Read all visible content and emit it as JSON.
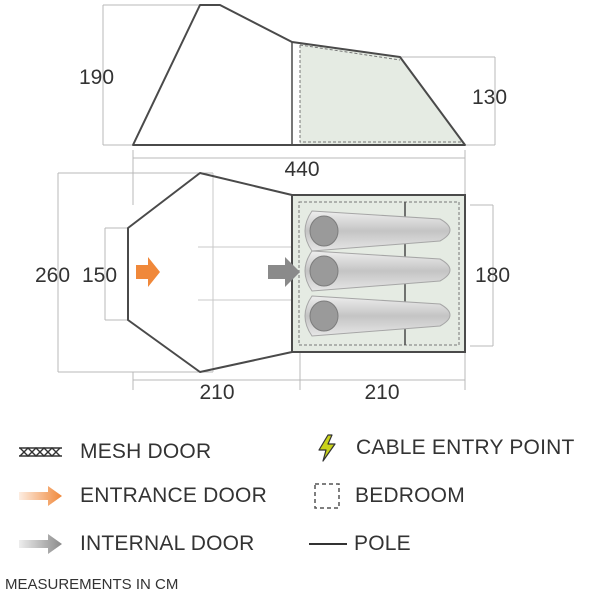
{
  "dimensions": {
    "side_height_front": "190",
    "side_height_rear": "130",
    "total_length": "440",
    "total_width": "260",
    "porch_width": "150",
    "bedroom_width": "180",
    "porch_length": "210",
    "bedroom_length": "210"
  },
  "legend": {
    "mesh_door": "MESH DOOR",
    "entrance_door": "ENTRANCE DOOR",
    "internal_door": "INTERNAL DOOR",
    "cable_entry_point": "CABLE ENTRY POINT",
    "bedroom": "BEDROOM",
    "pole": "POLE"
  },
  "footnote": "MEASUREMENTS IN CM",
  "colors": {
    "outline": "#4a4a4a",
    "dimension_line": "#b8b8b8",
    "bedroom_fill": "#e5ebe3",
    "entrance_arrow": "#f0883a",
    "internal_arrow": "#8a8a8a",
    "cable_icon": "#c9d21a",
    "sleeping_bag": "#c9c9c9"
  }
}
